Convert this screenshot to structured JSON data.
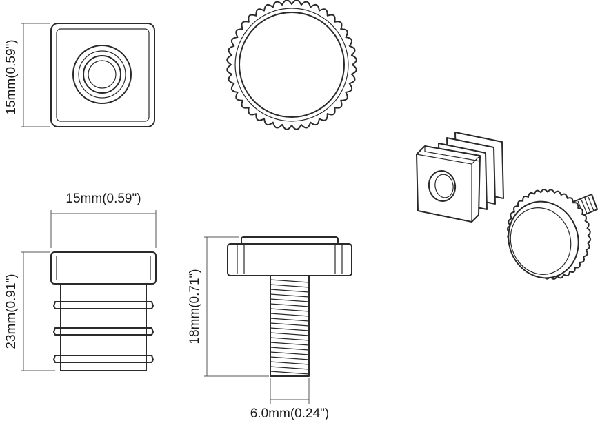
{
  "dimensions": {
    "top_height": "15mm(0.59\")",
    "cap_width": "15mm(0.59\")",
    "cap_height": "23mm(0.91\")",
    "screw_height": "18mm(0.71\")",
    "thread_diameter": "6.0mm(0.24\")"
  },
  "colors": {
    "line": "#2a2a2a",
    "background": "#ffffff"
  }
}
